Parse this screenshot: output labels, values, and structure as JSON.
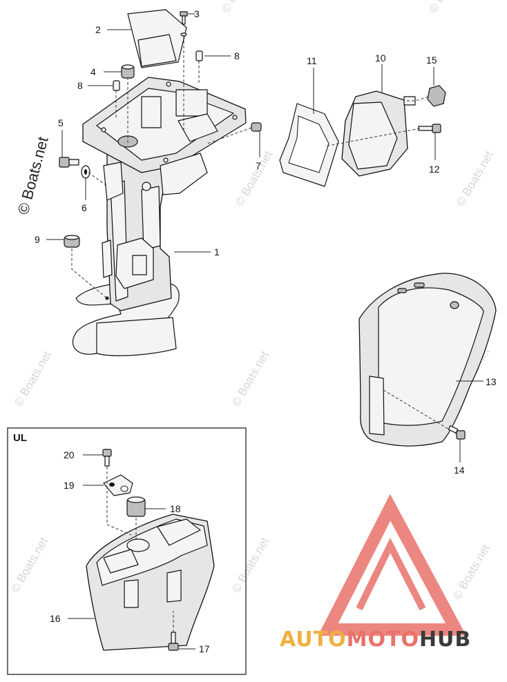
{
  "diagram": {
    "callouts": [
      {
        "id": "c1",
        "label": "1"
      },
      {
        "id": "c2",
        "label": "2"
      },
      {
        "id": "c3",
        "label": "3"
      },
      {
        "id": "c4",
        "label": "4"
      },
      {
        "id": "c5",
        "label": "5"
      },
      {
        "id": "c6",
        "label": "6"
      },
      {
        "id": "c7",
        "label": "7"
      },
      {
        "id": "c8a",
        "label": "8"
      },
      {
        "id": "c8b",
        "label": "8"
      },
      {
        "id": "c9",
        "label": "9"
      },
      {
        "id": "c10",
        "label": "10"
      },
      {
        "id": "c11",
        "label": "11"
      },
      {
        "id": "c12",
        "label": "12"
      },
      {
        "id": "c13",
        "label": "13"
      },
      {
        "id": "c14",
        "label": "14"
      },
      {
        "id": "c15",
        "label": "15"
      },
      {
        "id": "c16",
        "label": "16"
      },
      {
        "id": "c17",
        "label": "17"
      },
      {
        "id": "c18",
        "label": "18"
      },
      {
        "id": "c19",
        "label": "19"
      },
      {
        "id": "c20",
        "label": "20"
      }
    ],
    "inset_label": "UL"
  },
  "watermark": {
    "main": "© Boats.net",
    "repeat": "© Boats.net"
  },
  "logo": {
    "word_auto": "AUTO",
    "word_moto": "MOTO",
    "word_hub": "HUB",
    "colors": {
      "auto": "#f0b040",
      "moto": "#e8726a",
      "hub": "#3a3a3a",
      "triangle": "#e8726a"
    }
  }
}
